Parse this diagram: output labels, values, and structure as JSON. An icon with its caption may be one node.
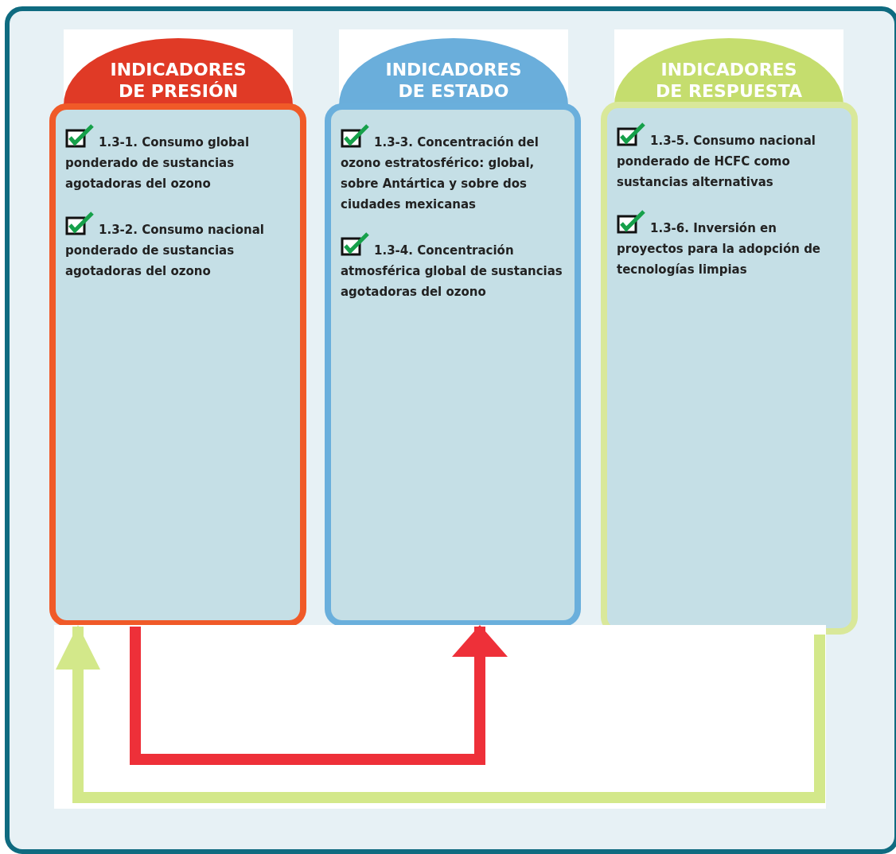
{
  "diagram": {
    "nodes": [
      {
        "text": [
          "INDICADORES DE PRESIÓN"
        ]
      },
      {
        "text": [
          "1.3-1. Consumo global ponderado de sustancias agotadoras del ozono",
          "1.3-2. Consumo nacional ponderado de sustancias agotadoras del ozono"
        ]
      },
      {
        "text": [
          "INDICADORES DE ESTADO"
        ]
      },
      {
        "text": [
          "1.3-3. Concentración del ozono estratosférico: global, sobre Antártica y sobre dos ciudades mexicanas",
          "1.3-4. Concentración atmosférica global de sustancias agotadoras del ozono"
        ]
      },
      {
        "text": [
          "INDICADORES DE RESPUESTA"
        ]
      },
      {
        "text": [
          "1.3-5. Consumo nacional ponderado de HCFC como sustancias alternativas",
          "1.3-6. Inversión en proyectos para la adopción de tecnologías limpias"
        ]
      }
    ],
    "edges": [
      {
        "from": 1,
        "to": 3,
        "arrow": "to",
        "color": "#ee3039"
      },
      {
        "from": 5,
        "to": 1,
        "arrow": "to",
        "color": "#d3e88a"
      }
    ]
  }
}
